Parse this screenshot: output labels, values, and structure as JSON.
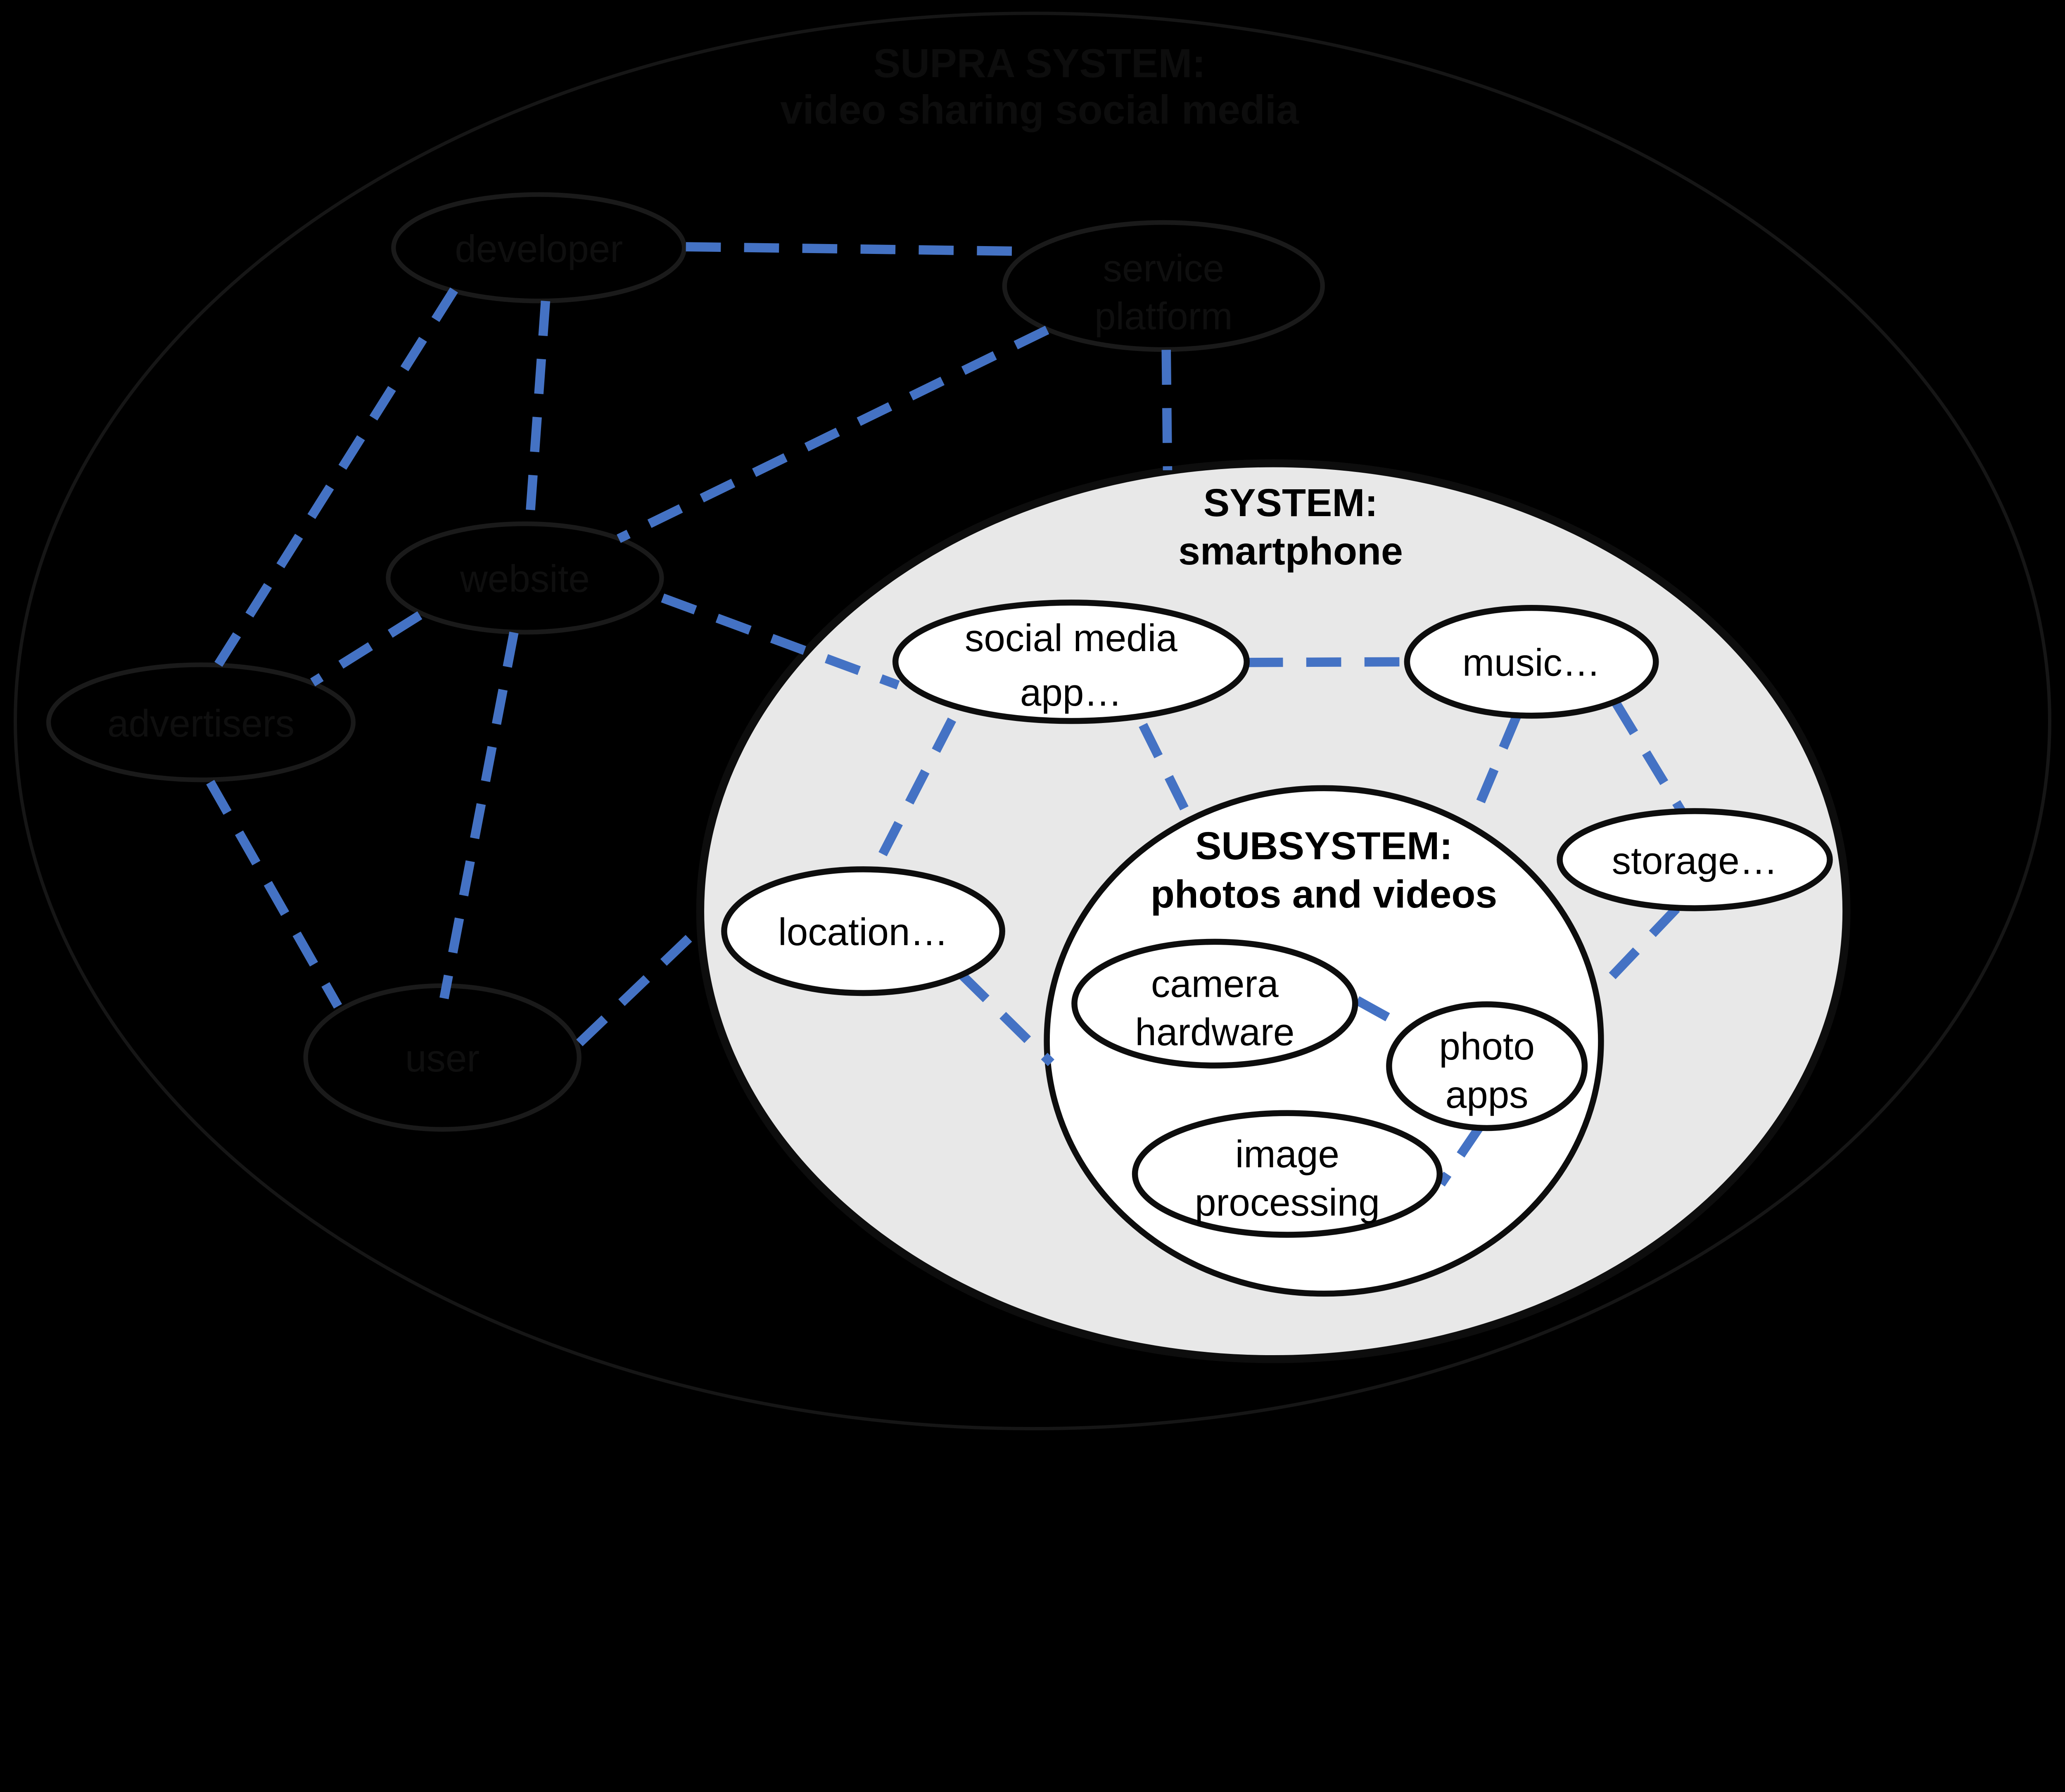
{
  "diagram": {
    "supra": {
      "title_line1": "SUPRA SYSTEM:",
      "title_line2": "video sharing social media"
    },
    "system": {
      "label_line1": "SYSTEM:",
      "label_line2": "smartphone"
    },
    "subsystem": {
      "label_line1": "SUBSYSTEM:",
      "label_line2": "photos and videos"
    },
    "nodes": {
      "developer": {
        "label": "developer"
      },
      "service_platform": {
        "label_line1": "service",
        "label_line2": "platform"
      },
      "website": {
        "label": "website"
      },
      "advertisers": {
        "label": "advertisers"
      },
      "user": {
        "label": "user"
      },
      "social_media_app": {
        "label_line1": "social media",
        "label_line2": "app…"
      },
      "music": {
        "label": "music…"
      },
      "storage": {
        "label": "storage…"
      },
      "location": {
        "label": "location…"
      },
      "camera_hardware": {
        "label_line1": "camera",
        "label_line2": "hardware"
      },
      "photo_apps": {
        "label_line1": "photo",
        "label_line2": "apps"
      },
      "image_processing": {
        "label_line1": "image",
        "label_line2": "processing"
      }
    },
    "connections": [
      {
        "from": "developer",
        "to": "service platform"
      },
      {
        "from": "developer",
        "to": "website"
      },
      {
        "from": "developer",
        "to": "advertisers"
      },
      {
        "from": "website",
        "to": "advertisers"
      },
      {
        "from": "website",
        "to": "user"
      },
      {
        "from": "advertisers",
        "to": "user"
      },
      {
        "from": "user",
        "to": "smartphone system"
      },
      {
        "from": "website",
        "to": "social media app…"
      },
      {
        "from": "service platform",
        "to": "website"
      },
      {
        "from": "service platform",
        "to": "smartphone system"
      },
      {
        "from": "social media app…",
        "to": "music…"
      },
      {
        "from": "social media app…",
        "to": "location…"
      },
      {
        "from": "social media app…",
        "to": "photos and videos subsystem"
      },
      {
        "from": "music…",
        "to": "photos and videos subsystem"
      },
      {
        "from": "music…",
        "to": "storage…"
      },
      {
        "from": "storage…",
        "to": "photo apps"
      },
      {
        "from": "location…",
        "to": "camera hardware"
      },
      {
        "from": "camera hardware",
        "to": "photo apps"
      },
      {
        "from": "photo_apps",
        "to": "image processing"
      }
    ],
    "colors": {
      "connector": "#4472C4",
      "system_fill": "#e8e8e8",
      "node_fill": "#ffffff",
      "outline": "#0d0d0d",
      "background": "#000000"
    }
  }
}
